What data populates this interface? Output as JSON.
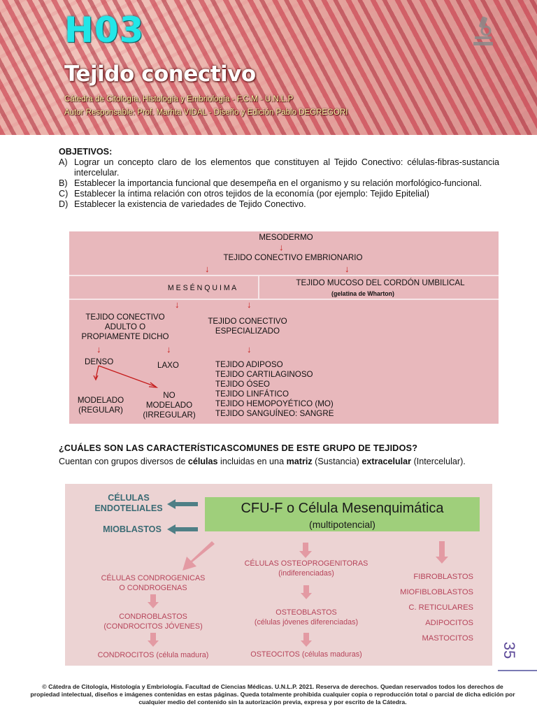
{
  "header": {
    "code": "H03",
    "title": "Tejido conectivo",
    "line1": "Cátedra de Citología, Histología y Embriología - F.C.M - U.N.L.P",
    "line2": "Autor Responsable: Prof. Marhta VIDAL - Diseño y Edición Pablo DEGREGORI",
    "icon": "microscope-icon"
  },
  "objectives": {
    "title": "OBJETIVOS:",
    "items": [
      {
        "key": "A)",
        "text": "Lograr un concepto claro de los elementos que constituyen al Tejido Conectivo: células-fibras-sustancia intercelular."
      },
      {
        "key": "B)",
        "text": "Establecer la importancia funcional que desempeña en el organismo y su relación morfológico-funcional."
      },
      {
        "key": "C)",
        "text": "Establecer la íntima relación con otros tejidos de la economía (por ejemplo: Tejido Epitelial)"
      },
      {
        "key": "D)",
        "text": "Establecer la existencia de variedades de Tejido Conectivo."
      }
    ]
  },
  "diagram1": {
    "mesodermo": "MESODERMO",
    "tce": "TEJIDO CONECTIVO EMBRIONARIO",
    "mesenquima": "M E S É N Q U I M A",
    "mucoso": "TEJIDO MUCOSO DEL CORDÓN UMBILICAL",
    "wharton": "(gelatina de Wharton)",
    "adulto": [
      "TEJIDO CONECTIVO",
      "ADULTO O",
      "PROPIAMENTE DICHO"
    ],
    "especializado": [
      "TEJIDO CONECTIVO",
      "ESPECIALIZADO"
    ],
    "denso": "DENSO",
    "laxo": "LAXO",
    "modelado": [
      "MODELADO",
      "(REGULAR)"
    ],
    "no_modelado": [
      "NO",
      "MODELADO",
      "(IRREGULAR)"
    ],
    "especial_list": [
      "TEJIDO ADIPOSO",
      "TEJIDO CARTILAGINOSO",
      "TEJIDO ÓSEO",
      "TEJIDO LINFÁTICO",
      "TEJIDO HEMOPOYÉTICO (MO)",
      "TEJIDO SANGUÍNEO: SANGRE"
    ]
  },
  "section2": {
    "question": "¿CUÁLES SON LAS CARACTERÍSTICASCOMUNES DE ESTE GRUPO DE TEJIDOS?",
    "desc_pre": "Cuentan con grupos diversos de ",
    "desc_b1": "células",
    "desc_mid1": " incluidas en una ",
    "desc_b2": "matriz",
    "desc_mid2": " (Sustancia) ",
    "desc_b3": "extracelular",
    "desc_post": " (Intercelular)."
  },
  "diagram2": {
    "cfu_main": "CFU-F  o  Célula Mesenquimática",
    "cfu_sub": "(multipotencial)",
    "endoteliales": [
      "CÉLULAS",
      "ENDOTELIALES"
    ],
    "mioblastos": "MIOBLASTOS",
    "condrogenicas": [
      "CÉLULAS CONDROGENICAS",
      "O CONDROGENAS"
    ],
    "condroblastos": [
      "CONDROBLASTOS",
      "(CONDROCITOS JÓVENES)"
    ],
    "condrocitos": "CONDROCITOS  (célula madura)",
    "osteoprogenitoras": [
      "CÉLULAS OSTEOPROGENITORAS",
      "(indiferenciadas)"
    ],
    "osteoblastos": [
      "OSTEOBLASTOS",
      "(células jóvenes diferenciadas)"
    ],
    "osteocitos": "OSTEOCITOS  (células maduras)",
    "right_list": [
      "FIBROBLASTOS",
      "MIOFIBLOBLASTOS",
      "C. RETICULARES",
      "ADIPOCITOS",
      "MASTOCITOS"
    ],
    "accent_teal": "#3a6b74",
    "accent_pink": "#b6445a",
    "accent_green": "#9fcf7b"
  },
  "page_number": "35",
  "footer": "© Cátedra de Citología, Histología y Embriología. Facultad de Ciencias Médicas. U.N.L.P. 2021. Reserva de derechos. Quedan reservados todos los derechos de propiedad intelectual, diseños e imágenes contenidas en estas páginas. Queda totalmente prohibida cualquier copia o reproducción total o parcial de dicha edición por cualquier medio del contenido sin la autorización previa, expresa y por escrito de la Cátedra."
}
